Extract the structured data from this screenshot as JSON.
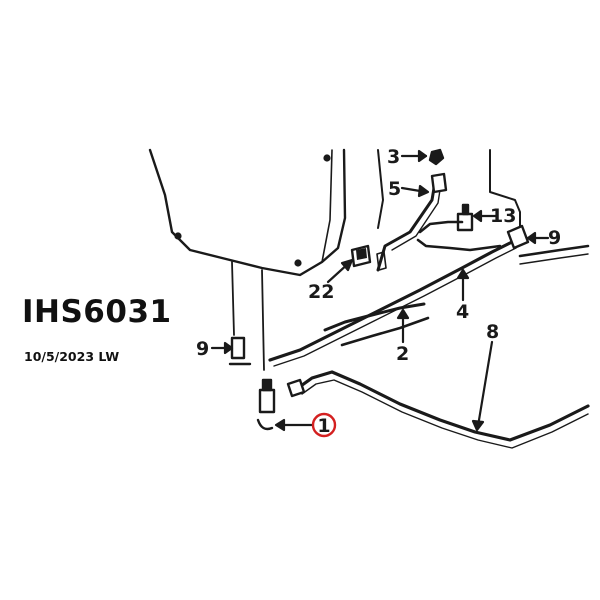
{
  "header": {
    "part_number": "IHS6031",
    "date_initials": "10/5/2023 LW"
  },
  "diagram": {
    "callouts": [
      "1",
      "2",
      "3",
      "4",
      "5",
      "8",
      "9",
      "9",
      "13",
      "22"
    ],
    "highlighted_callout": "1",
    "highlight_color": "#d42020",
    "line_color": "#1a1a1a"
  }
}
